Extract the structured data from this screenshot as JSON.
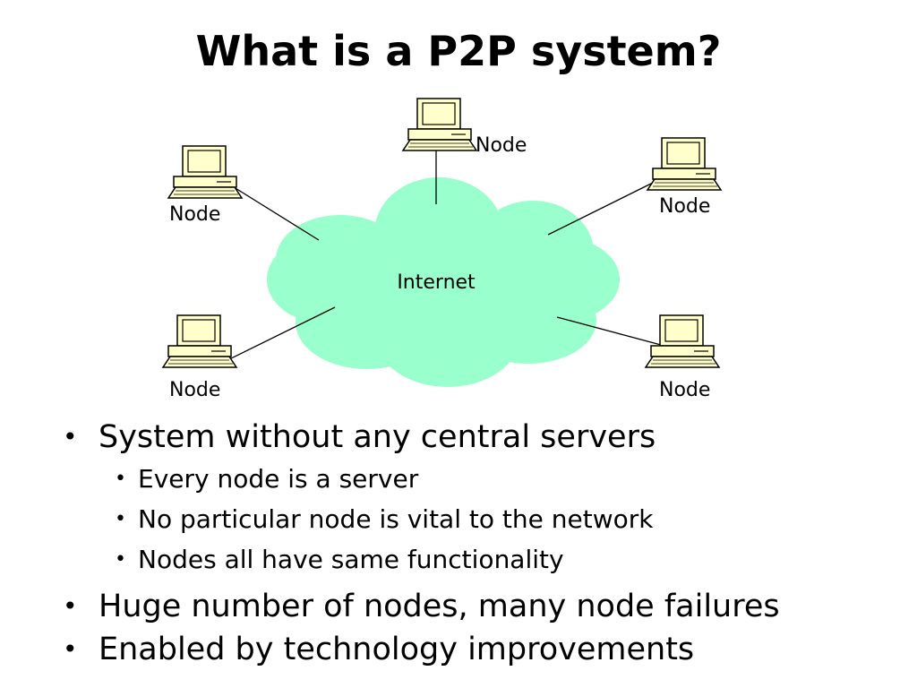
{
  "slide": {
    "title": "What is a P2P system?"
  },
  "diagram": {
    "cloud_label": "Internet",
    "cloud_color": "#99ffcc",
    "computer_color": "#ffffcc",
    "nodes": [
      {
        "label": "Node"
      },
      {
        "label": "Node"
      },
      {
        "label": "Node"
      },
      {
        "label": "Node"
      },
      {
        "label": "Node"
      }
    ]
  },
  "bullets": [
    {
      "text": "System without any central servers",
      "sub": [
        "Every node is a server",
        "No particular node is vital to the network",
        "Nodes all have same functionality"
      ]
    },
    {
      "text": "Huge number of nodes, many node failures"
    },
    {
      "text": "Enabled by technology improvements"
    }
  ]
}
